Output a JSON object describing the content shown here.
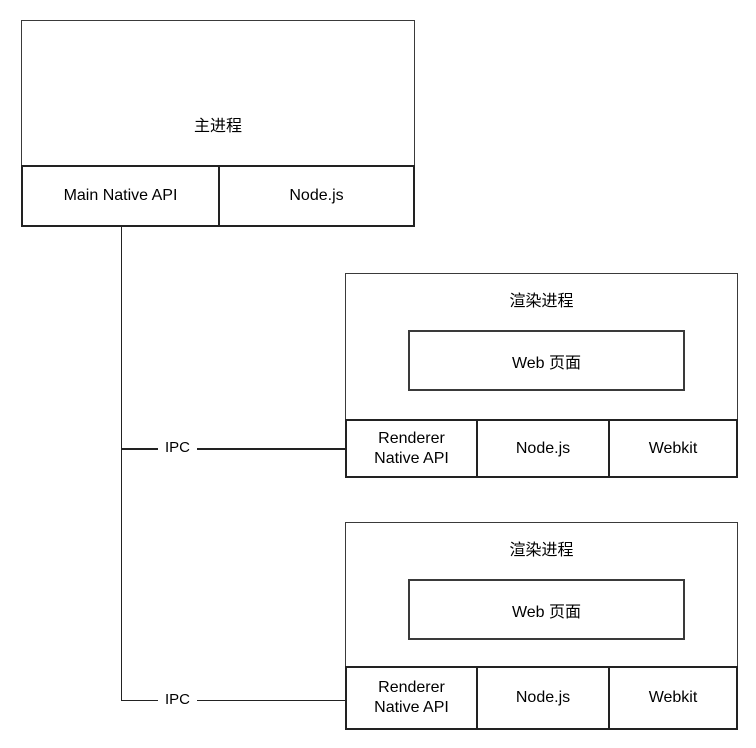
{
  "diagram": {
    "background_color": "#ffffff",
    "line_color": "#222222",
    "box_border_color": "#3a3a3a",
    "text_color": "#000000",
    "main_process": {
      "title": "主进程",
      "cells": [
        {
          "label": "Main Native API"
        },
        {
          "label": "Node.js"
        }
      ]
    },
    "connections": [
      {
        "label": "IPC"
      },
      {
        "label": "IPC"
      }
    ],
    "renderers": [
      {
        "title": "渲染进程",
        "web_page_label": "Web 页面",
        "cells": [
          {
            "line1": "Renderer",
            "line2": "Native API"
          },
          {
            "label": "Node.js"
          },
          {
            "label": "Webkit"
          }
        ]
      },
      {
        "title": "渲染进程",
        "web_page_label": "Web 页面",
        "cells": [
          {
            "line1": "Renderer",
            "line2": "Native API"
          },
          {
            "label": "Node.js"
          },
          {
            "label": "Webkit"
          }
        ]
      }
    ]
  }
}
